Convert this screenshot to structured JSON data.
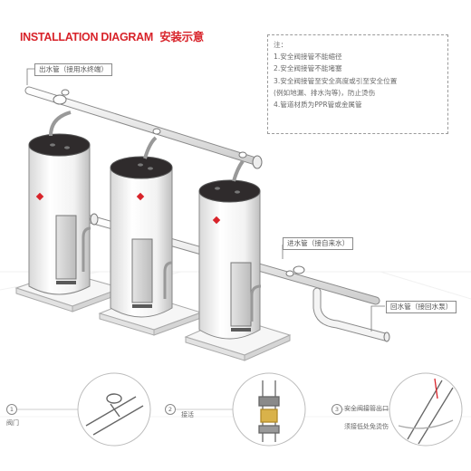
{
  "title": {
    "en": "INSTALLATION DIAGRAM",
    "zh": "安装示意"
  },
  "notes": {
    "heading": "注：",
    "lines": [
      "1.安全阀接管不能缩径",
      "2.安全阀接管不能堵塞",
      "3.安全阀接管至安全高度或引至安全位置",
      "(例如地漏、排水沟等)，防止烫伤",
      "4.管道材质为PPR管或金属管"
    ]
  },
  "labels": {
    "outlet": "出水管（接用水终端）",
    "inlet": "进水管（接自来水）",
    "return": "回水管（接回水泵）"
  },
  "details": [
    {
      "num": "1",
      "text": "阀门"
    },
    {
      "num": "2",
      "text": "接活"
    },
    {
      "num": "3",
      "text": "安全阀接管出口",
      "text2": "须接低处免烫伤"
    }
  ],
  "colors": {
    "accent": "#d8232a",
    "line": "#555555"
  }
}
